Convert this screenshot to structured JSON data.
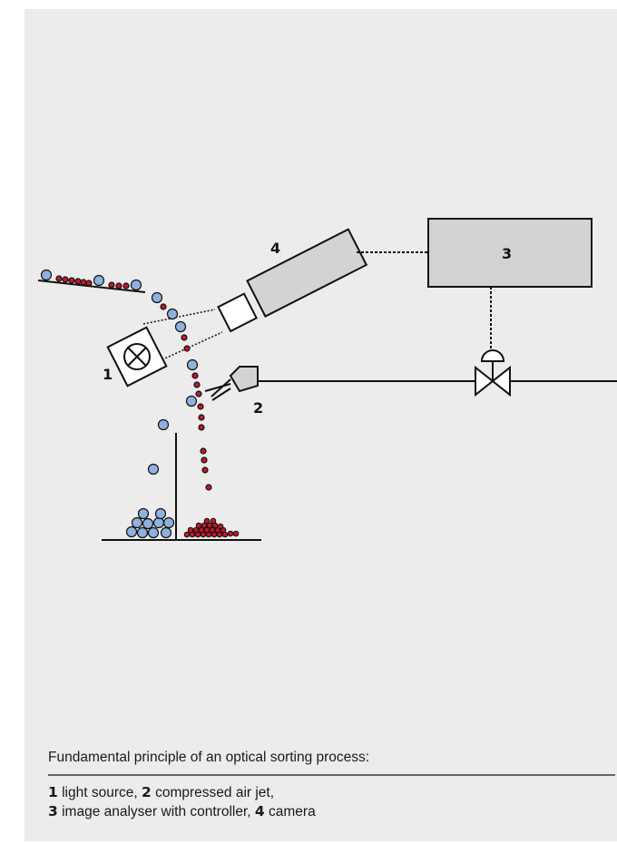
{
  "diagram": {
    "labels": {
      "light_source_num": "1",
      "air_jet_num": "2",
      "analyser_num": "3",
      "camera_num": "4"
    },
    "colors": {
      "good_particle": "#8fb1dd",
      "reject_particle": "#c0172a",
      "device_fill": "#d3d3d3",
      "panel": "#ececec"
    }
  },
  "caption": {
    "title": "Fundamental principle of an optical sorting process:",
    "line1": [
      {
        "num": "1",
        "text": " light source, "
      },
      {
        "num": "2",
        "text": " compressed air jet,"
      }
    ],
    "line2": [
      {
        "num": "3",
        "text": " image analyser with controller, "
      },
      {
        "num": "4",
        "text": " camera"
      }
    ]
  }
}
